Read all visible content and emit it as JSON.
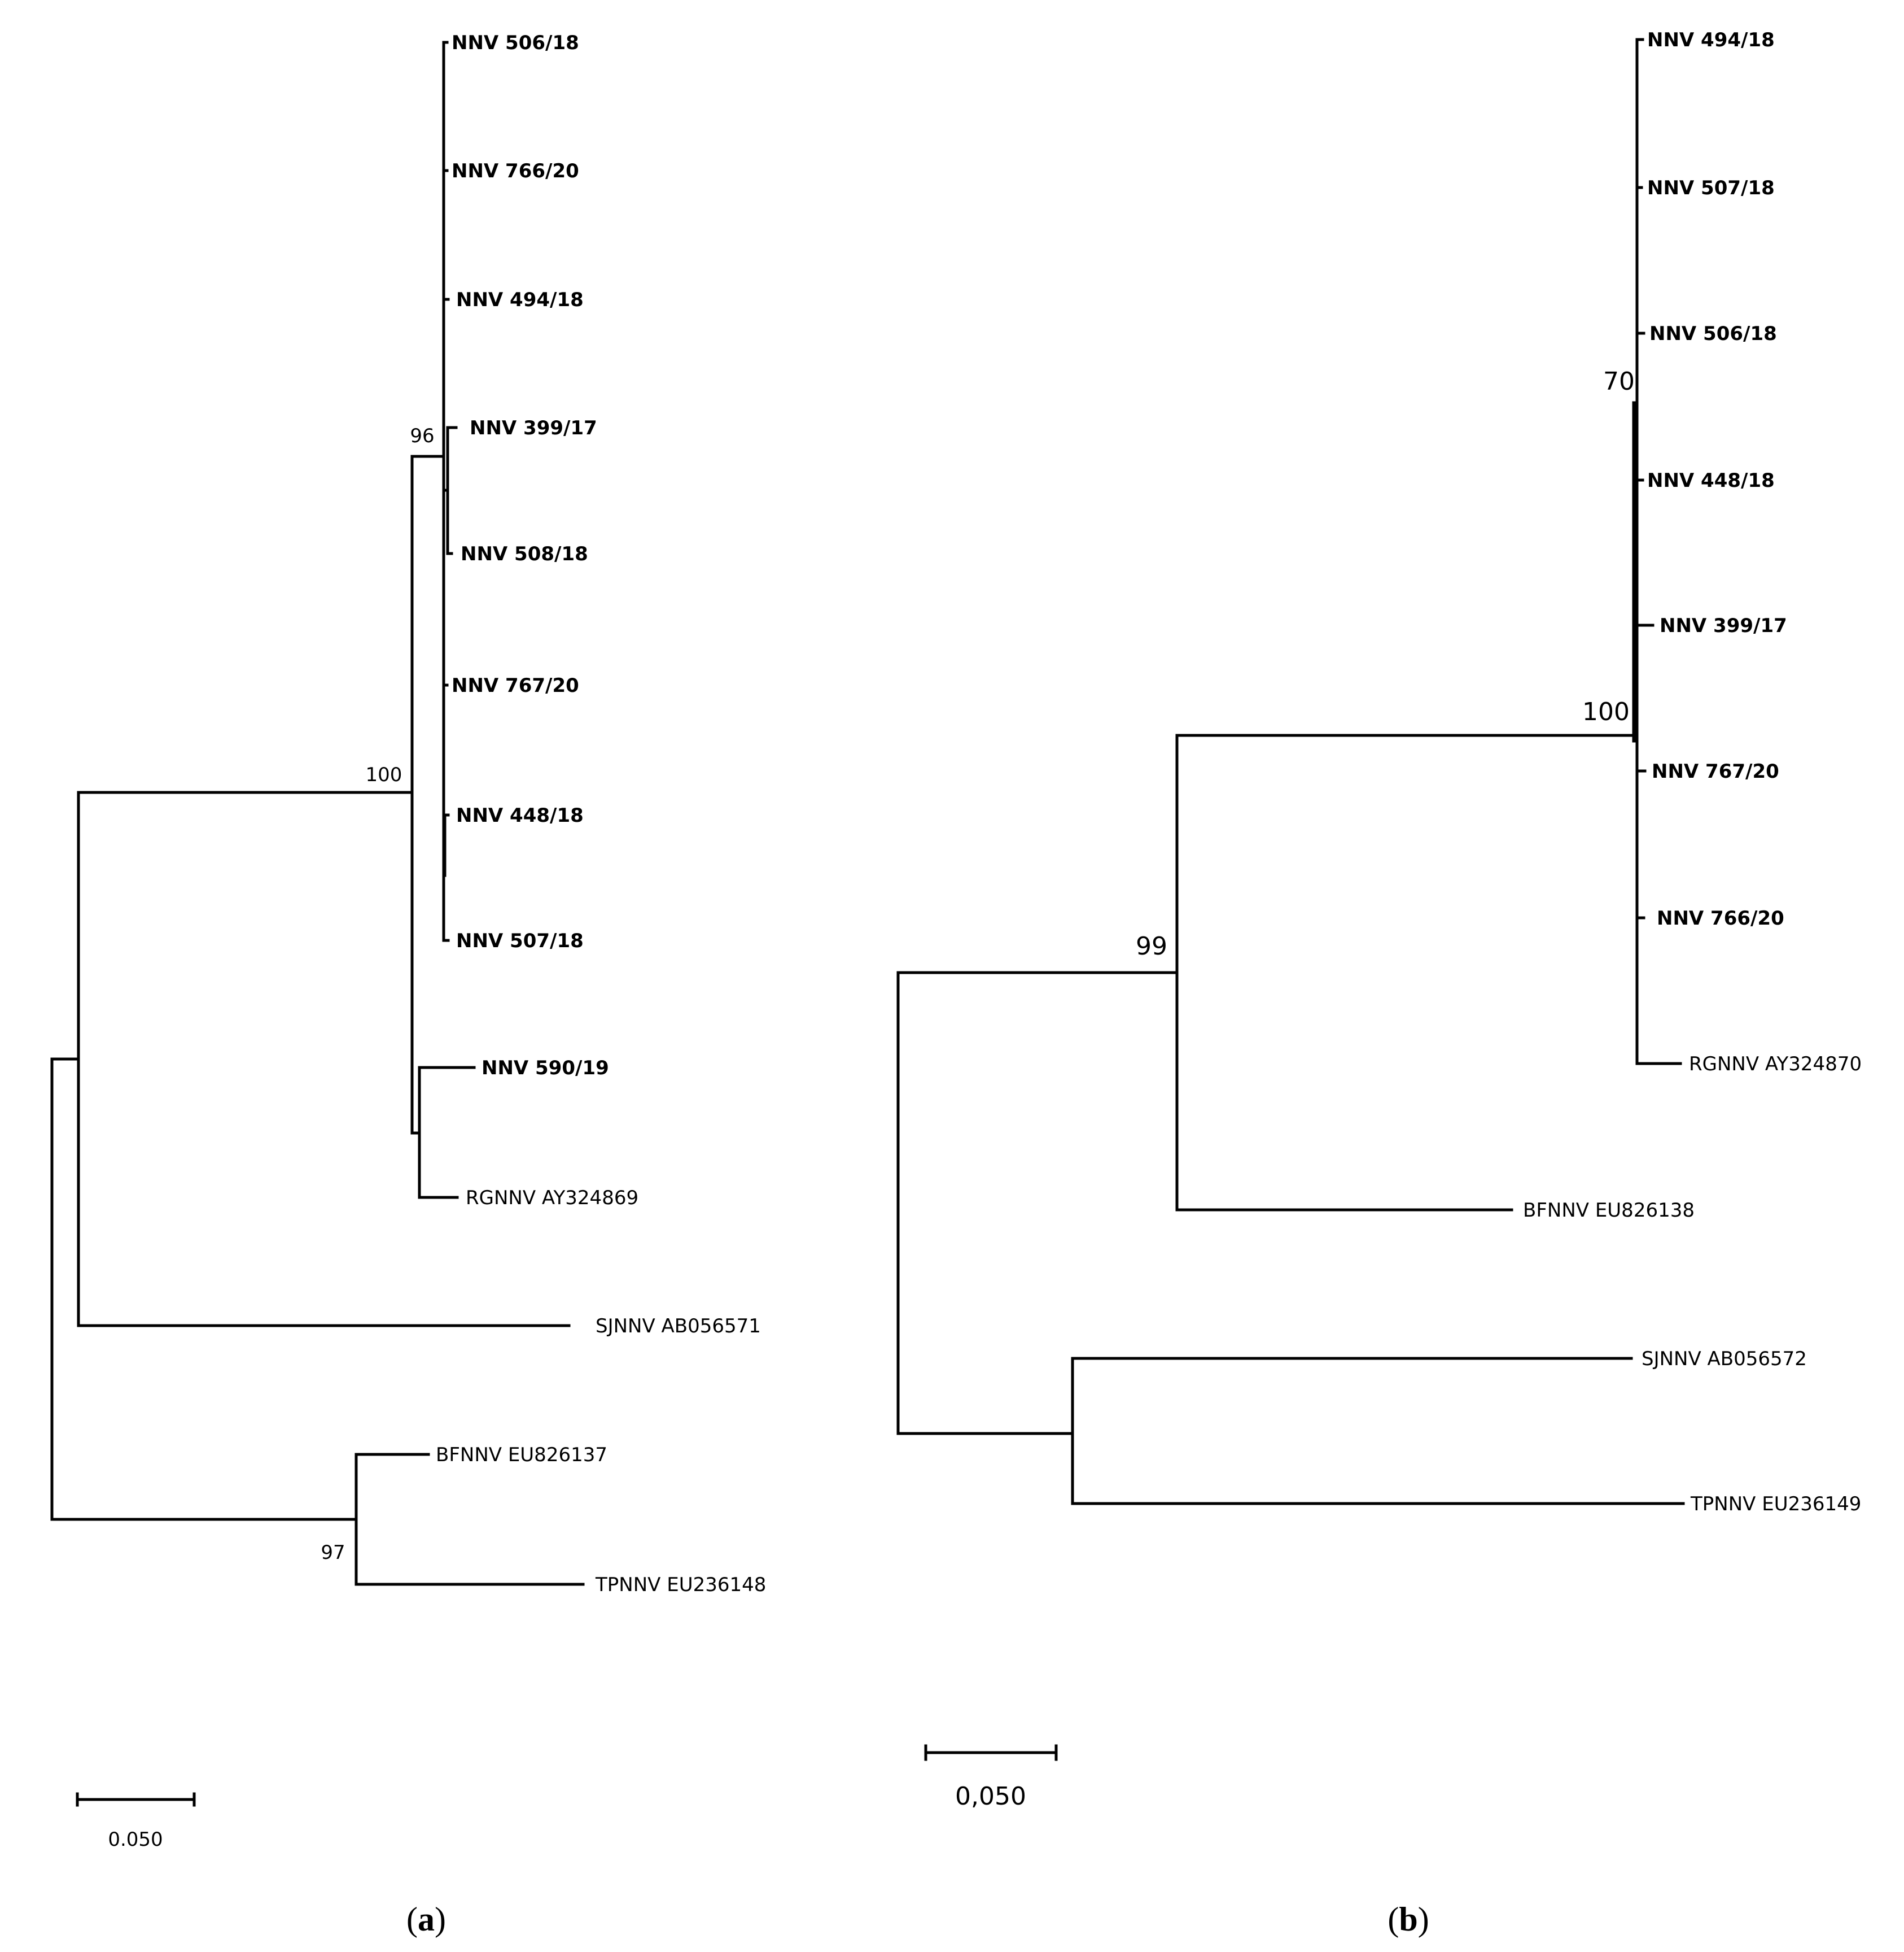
{
  "panels": [
    {
      "id": "a",
      "label_open": "(",
      "label_letter": "a",
      "label_close": ")",
      "scale_value": "0.050",
      "taxa": [
        {
          "name": "NNV 506/18",
          "bold": true
        },
        {
          "name": "NNV 766/20",
          "bold": true
        },
        {
          "name": "NNV 494/18",
          "bold": true
        },
        {
          "name": "NNV 399/17",
          "bold": true
        },
        {
          "name": "NNV 508/18",
          "bold": true
        },
        {
          "name": "NNV 767/20",
          "bold": true
        },
        {
          "name": "NNV 448/18",
          "bold": true
        },
        {
          "name": "NNV 507/18",
          "bold": true
        },
        {
          "name": "NNV 590/19",
          "bold": true
        },
        {
          "name": "RGNNV AY324869",
          "bold": false
        },
        {
          "name": "SJNNV AB056571",
          "bold": false
        },
        {
          "name": "BFNNV EU826137",
          "bold": false
        },
        {
          "name": "TPNNV EU236148",
          "bold": false
        }
      ],
      "bootstrap": [
        "96",
        "100",
        "97"
      ]
    },
    {
      "id": "b",
      "label_open": "(",
      "label_letter": "b",
      "label_close": ")",
      "scale_value": "0,050",
      "taxa": [
        {
          "name": "NNV 494/18",
          "bold": true
        },
        {
          "name": "NNV 507/18",
          "bold": true
        },
        {
          "name": "NNV 506/18",
          "bold": true
        },
        {
          "name": "NNV 448/18",
          "bold": true
        },
        {
          "name": "NNV 399/17",
          "bold": true
        },
        {
          "name": "NNV 767/20",
          "bold": true
        },
        {
          "name": "NNV 766/20",
          "bold": true
        },
        {
          "name": "RGNNV AY324870",
          "bold": false
        },
        {
          "name": "BFNNV EU826138",
          "bold": false
        },
        {
          "name": "SJNNV AB056572",
          "bold": false
        },
        {
          "name": "TPNNV EU236149",
          "bold": false
        }
      ],
      "bootstrap": [
        "70",
        "100",
        "99"
      ]
    }
  ]
}
